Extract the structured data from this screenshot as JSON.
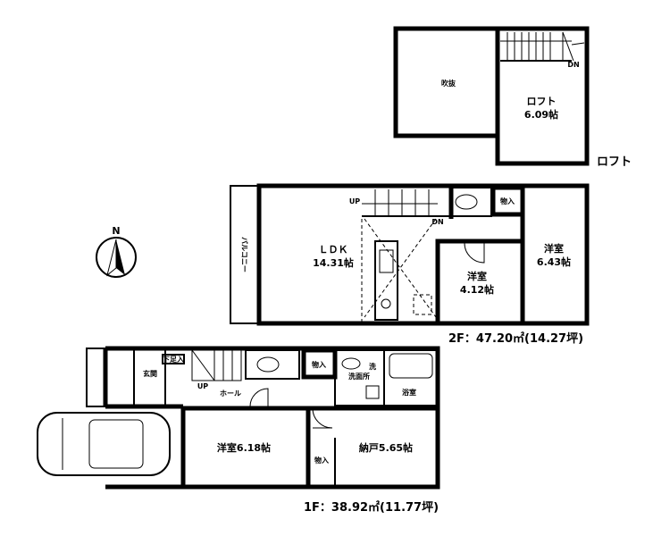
{
  "loft": {
    "void_label": "吹抜",
    "loft_room": "ロフト",
    "loft_size": "6.09帖",
    "stairs_dn": "DN",
    "floor_title": "ロフト"
  },
  "second_floor": {
    "balcony": "バルコニー",
    "ldk": "ＬＤＫ",
    "ldk_size": "14.31帖",
    "stairs_up": "UP",
    "stairs_dn": "DN",
    "storage": "物入",
    "western_room_a": "洋室",
    "western_room_a_size": "6.43帖",
    "western_room_b": "洋室",
    "western_room_b_size": "4.12帖",
    "area": "2F：47.20㎡(14.27坪)"
  },
  "first_floor": {
    "entrance": "玄関",
    "shoe_box": "下足入",
    "stairs_up": "UP",
    "hall": "ホール",
    "storage_top": "物入",
    "washroom": "洗面所",
    "washer": "洗",
    "bathroom": "浴室",
    "western_room": "洋室6.18帖",
    "closet_room": "納戸5.65帖",
    "storage_bottom": "物入",
    "area": "1F：38.92㎡(11.77坪)"
  },
  "compass": {
    "label": "N"
  }
}
